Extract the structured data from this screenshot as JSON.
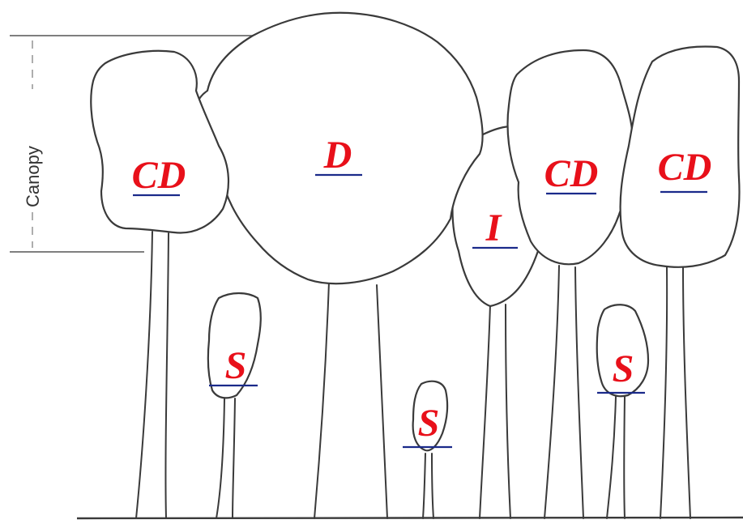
{
  "canopy_label": "Canopy",
  "classes": {
    "co_dominant": "CD",
    "dominant": "D",
    "intermediate": "I",
    "suppressed": "S"
  },
  "colors": {
    "label": "#e8101a",
    "underline": "#1a2a8a",
    "outline": "#3a3a3a"
  }
}
